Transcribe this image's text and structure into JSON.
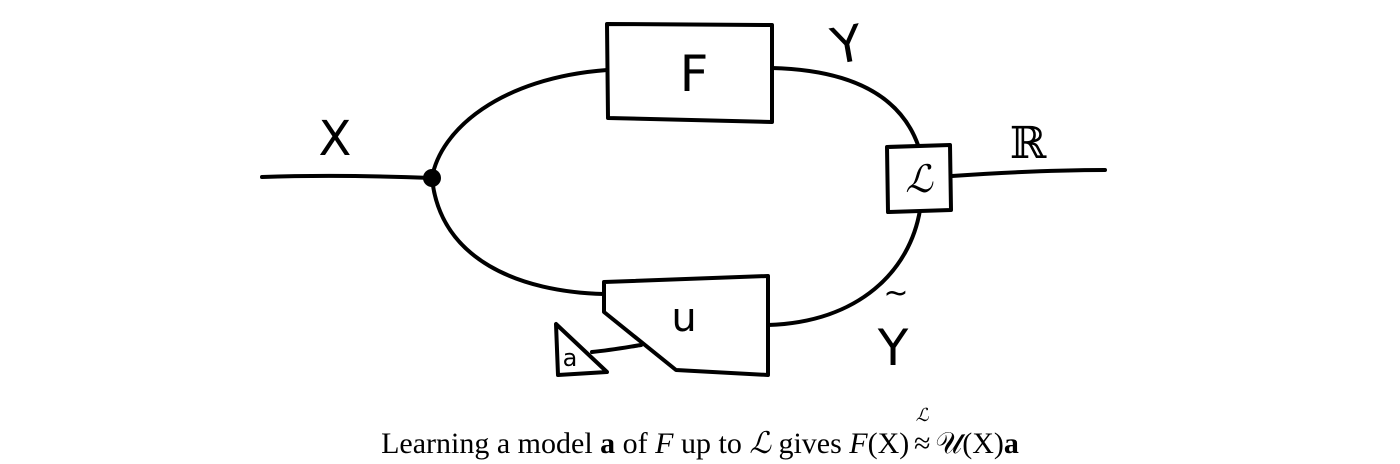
{
  "diagram": {
    "labels": {
      "input": "X",
      "model_f": "F",
      "output_y": "Y",
      "loss": "ℒ",
      "reals": "ℝ",
      "model_u": "u",
      "param": "a",
      "output_y_tilde": "Y",
      "tilde": "~"
    }
  },
  "caption": {
    "t1": "Learning a model ",
    "a1": "a",
    "t2": " of ",
    "f1": "F",
    "t3": " up to ",
    "l1": "ℒ",
    "t4": " gives ",
    "f2": "F",
    "x1": "(X)",
    "approx_over": "ℒ",
    "approx": "≈",
    "u": "𝒰",
    "x2": "(X)",
    "a2": "a"
  }
}
